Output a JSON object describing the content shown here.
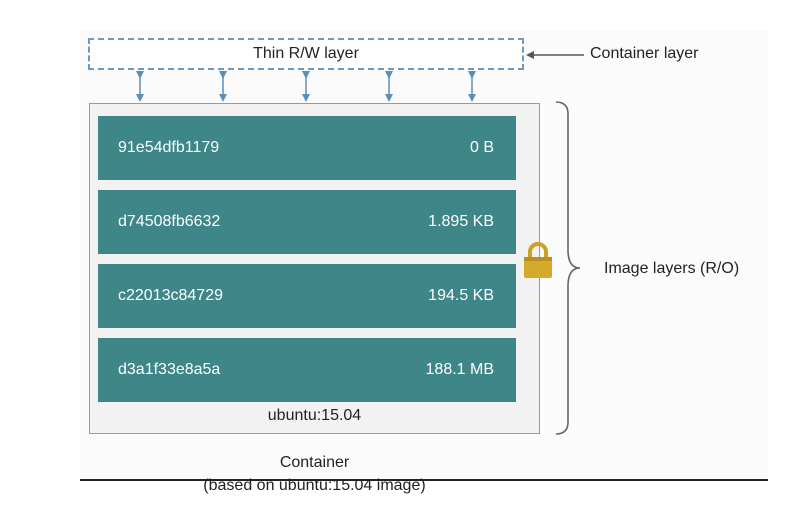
{
  "rw_layer": {
    "label": "Thin R/W layer"
  },
  "container_layer_label": "Container layer",
  "image_layers_label": "Image layers (R/O)",
  "layers": [
    {
      "id": "91e54dfb1179",
      "size": "0 B"
    },
    {
      "id": "d74508fb6632",
      "size": "1.895 KB"
    },
    {
      "id": "c22013c84729",
      "size": "194.5 KB"
    },
    {
      "id": "d3a1f33e8a5a",
      "size": "188.1 MB"
    }
  ],
  "image_name": "ubuntu:15.04",
  "caption": {
    "line1": "Container",
    "line2": "(based on ubuntu:15.04 image)"
  },
  "colors": {
    "layer_fill": "#3e8688",
    "dashed_border": "#6e9bbd",
    "arrow": "#5a8fba",
    "lock": "#c9a227"
  },
  "icons": {
    "lock": "lock-icon"
  }
}
